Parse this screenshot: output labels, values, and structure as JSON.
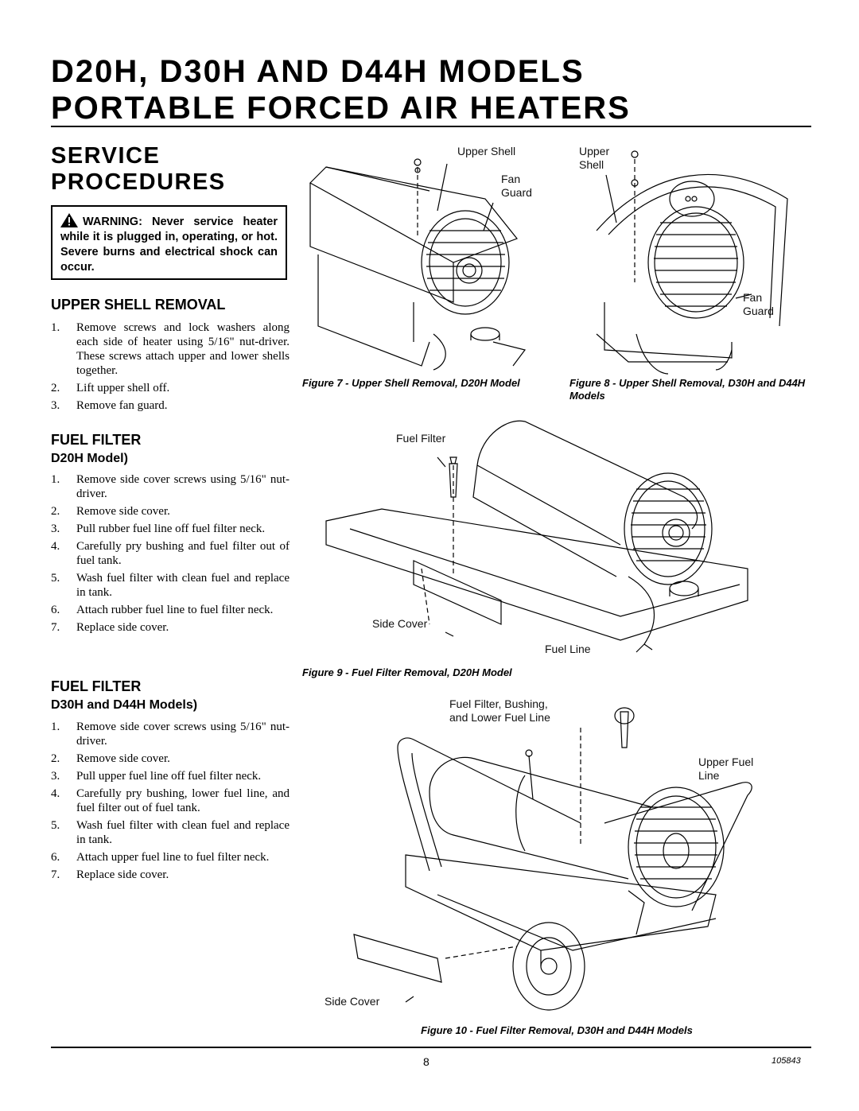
{
  "header": {
    "line1": "D20H, D30H AND D44H MODELS",
    "line2": "PORTABLE FORCED AIR HEATERS"
  },
  "section_title": [
    "SERVICE",
    "PROCEDURES"
  ],
  "warning": {
    "icon": "warning-triangle-icon",
    "text": "WARNING: Never service heater while it is plugged in, operating, or hot. Severe burns and electrical shock can occur."
  },
  "upper_shell_removal": {
    "heading": "UPPER SHELL REMOVAL",
    "steps": [
      "Remove screws and lock washers along each side of heater using 5/16\" nut-driver. These screws attach upper and lower shells together.",
      "Lift upper shell off.",
      "Remove fan guard."
    ]
  },
  "fuel_filter_d20h": {
    "heading": "FUEL FILTER",
    "subheading": "D20H Model)",
    "steps": [
      "Remove side cover screws using 5/16\" nut-driver.",
      "Remove side cover.",
      "Pull rubber fuel line off fuel filter neck.",
      "Carefully pry bushing and fuel filter out of fuel tank.",
      "Wash fuel filter with clean fuel and replace in tank.",
      "Attach rubber fuel line to fuel filter neck.",
      "Replace side cover."
    ]
  },
  "fuel_filter_d30h": {
    "heading": "FUEL FILTER",
    "subheading": "D30H and D44H Models)",
    "steps": [
      "Remove side cover screws using 5/16\" nut-driver.",
      "Remove side cover.",
      "Pull upper fuel line off fuel filter neck.",
      "Carefully pry bushing, lower fuel line, and fuel filter out of fuel tank.",
      "Wash fuel filter with clean fuel and replace in tank.",
      "Attach upper fuel line to fuel filter neck.",
      "Replace side cover."
    ]
  },
  "figure7": {
    "labels": {
      "upper_shell": "Upper Shell",
      "fan_guard_1": "Fan",
      "fan_guard_2": "Guard"
    },
    "caption": "Figure 7 - Upper Shell Removal, D20H Model"
  },
  "figure8": {
    "labels": {
      "upper_shell_1": "Upper",
      "upper_shell_2": "Shell",
      "fan_guard_1": "Fan",
      "fan_guard_2": "Guard"
    },
    "caption": "Figure 8 - Upper Shell Removal, D30H and D44H Models"
  },
  "figure9": {
    "labels": {
      "fuel_filter": "Fuel Filter",
      "side_cover": "Side Cover",
      "fuel_line": "Fuel Line"
    },
    "caption": "Figure 9 - Fuel Filter Removal, D20H Model"
  },
  "figure10": {
    "labels": {
      "filter_1": "Fuel Filter, Bushing,",
      "filter_2": "and Lower Fuel Line",
      "upper_fuel_1": "Upper Fuel",
      "upper_fuel_2": "Line",
      "side_cover": "Side Cover"
    },
    "caption": "Figure 10 - Fuel Filter Removal, D30H and D44H Models"
  },
  "footer": {
    "page_number": "8",
    "doc_number": "105843"
  }
}
